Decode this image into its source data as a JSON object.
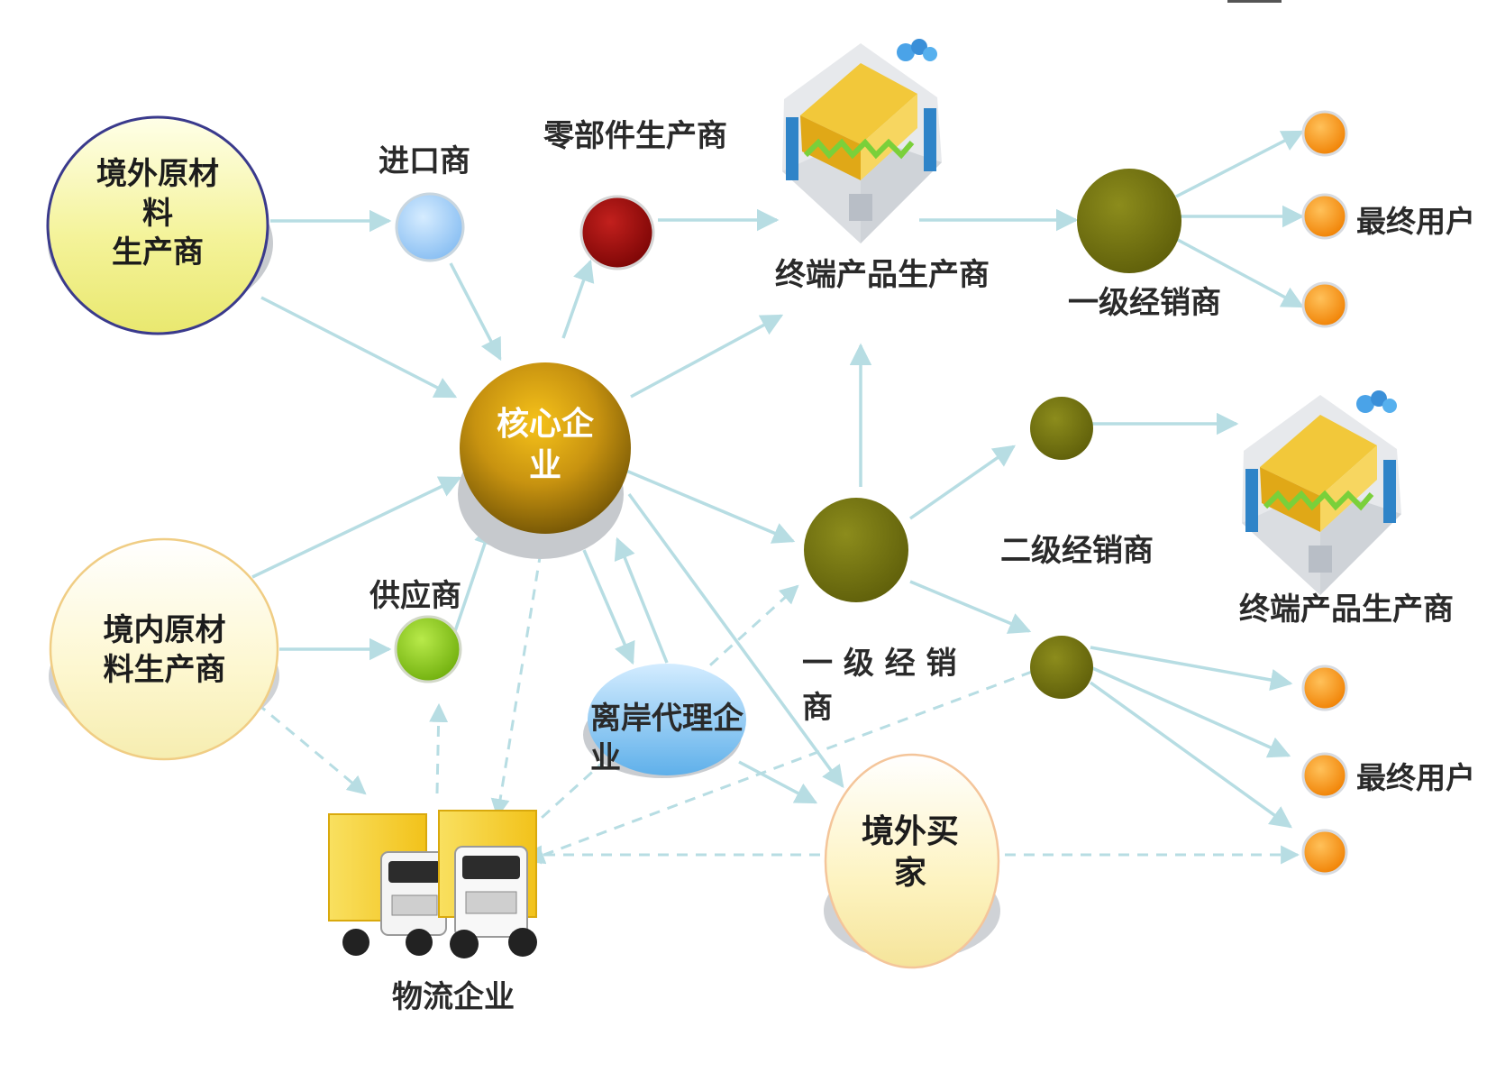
{
  "nodes": {
    "overseas_raw": "境外原材\n料\n生产商",
    "importer": "进口商",
    "parts_maker": "零部件生产商",
    "terminal_maker_top": "终端产品生产商",
    "level1_dealer_top": "一级经销商",
    "end_user_top": "最终用户",
    "core_enterprise": "核心企\n业",
    "level2_dealer": "二级经销商",
    "terminal_maker_right": "终端产品生产商",
    "domestic_raw": "境内原材\n料生产商",
    "supplier": "供应商",
    "level1_dealer_mid": "一 级 经 销\n商",
    "offshore_agent": "离岸代理企\n业",
    "overseas_buyer": "境外买\n家",
    "end_user_bottom": "最终用户",
    "logistics": "物流企业"
  },
  "colors": {
    "arrow": "#b7dde3",
    "core": "#b8860b",
    "dealer": "#7b7b12",
    "end_user": "#f7941d",
    "importer": "#9ccaf5",
    "parts": "#9a0a0a",
    "supplier": "#8cc91b",
    "overseas_raw": "#f2f28c",
    "domestic_raw": "#fdf8d0",
    "offshore": "#7fc3ee",
    "buyer": "#fdf4c2"
  }
}
